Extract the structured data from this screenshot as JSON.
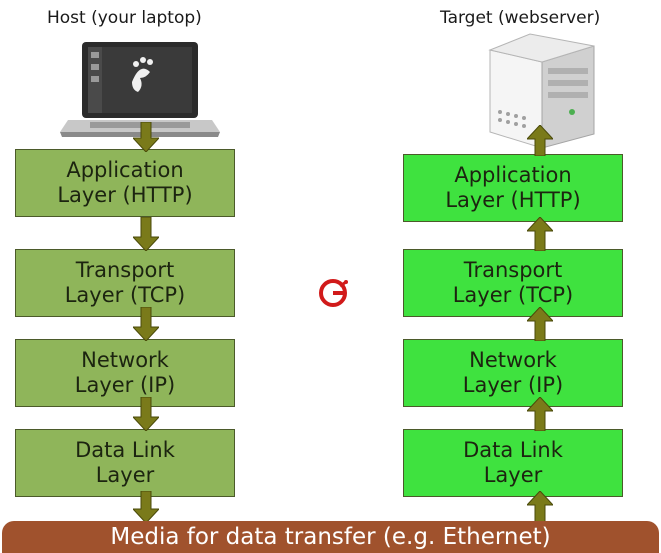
{
  "host": {
    "title": "Host (your laptop)",
    "layers": [
      {
        "line1": "Application",
        "line2": "Layer (HTTP)"
      },
      {
        "line1": "Transport",
        "line2": "Layer (TCP)"
      },
      {
        "line1": "Network",
        "line2": "Layer (IP)"
      },
      {
        "line1": "Data Link",
        "line2": "Layer"
      }
    ]
  },
  "target": {
    "title": "Target (webserver)",
    "layers": [
      {
        "line1": "Application",
        "line2": "Layer (HTTP)"
      },
      {
        "line1": "Transport",
        "line2": "Layer (TCP)"
      },
      {
        "line1": "Network",
        "line2": "Layer (IP)"
      },
      {
        "line1": "Data Link",
        "line2": "Layer"
      }
    ]
  },
  "media": {
    "label": "Media for data transfer (e.g. Ethernet)"
  },
  "colors": {
    "host_layer": "#8fb55a",
    "target_layer": "#3fe23f",
    "arrow": "#7a7a1a",
    "media_bar": "#a0522d"
  },
  "icons": {
    "host": "laptop-icon",
    "target": "server-icon",
    "watermark": "g-logo-icon"
  }
}
